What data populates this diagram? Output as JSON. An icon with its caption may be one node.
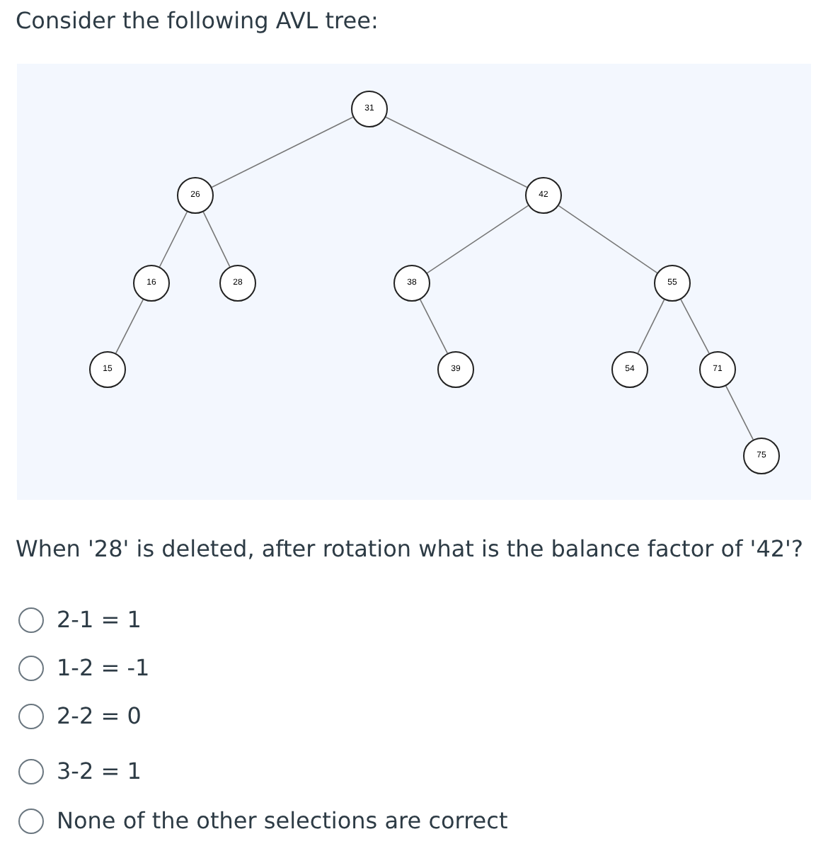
{
  "diagram": {
    "title": "Consider the following AVL tree:",
    "nodes": [
      {
        "text": [
          "31"
        ]
      },
      {
        "text": [
          "26"
        ]
      },
      {
        "text": [
          "42"
        ]
      },
      {
        "text": [
          "16"
        ]
      },
      {
        "text": [
          "28"
        ]
      },
      {
        "text": [
          "38"
        ]
      },
      {
        "text": [
          "55"
        ]
      },
      {
        "text": [
          "15"
        ]
      },
      {
        "text": [
          "39"
        ]
      },
      {
        "text": [
          "54"
        ]
      },
      {
        "text": [
          "71"
        ]
      },
      {
        "text": [
          "75"
        ]
      }
    ],
    "edges": [
      {
        "from": 0,
        "to": 1,
        "arrow": "none"
      },
      {
        "from": 0,
        "to": 2,
        "arrow": "none"
      },
      {
        "from": 1,
        "to": 3,
        "arrow": "none"
      },
      {
        "from": 1,
        "to": 4,
        "arrow": "none"
      },
      {
        "from": 2,
        "to": 5,
        "arrow": "none"
      },
      {
        "from": 2,
        "to": 6,
        "arrow": "none"
      },
      {
        "from": 3,
        "to": 7,
        "arrow": "none"
      },
      {
        "from": 5,
        "to": 8,
        "arrow": "none"
      },
      {
        "from": 6,
        "to": 9,
        "arrow": "none"
      },
      {
        "from": 6,
        "to": 10,
        "arrow": "none"
      },
      {
        "from": 10,
        "to": 11,
        "arrow": "none"
      }
    ],
    "labels": [
      "When '28' is deleted, after rotation what is the balance factor of '42'?",
      "2-1 = 1",
      "1-2 = -1",
      "2-2 = 0",
      "3-2 = 1",
      "None of the other selections are correct"
    ]
  }
}
